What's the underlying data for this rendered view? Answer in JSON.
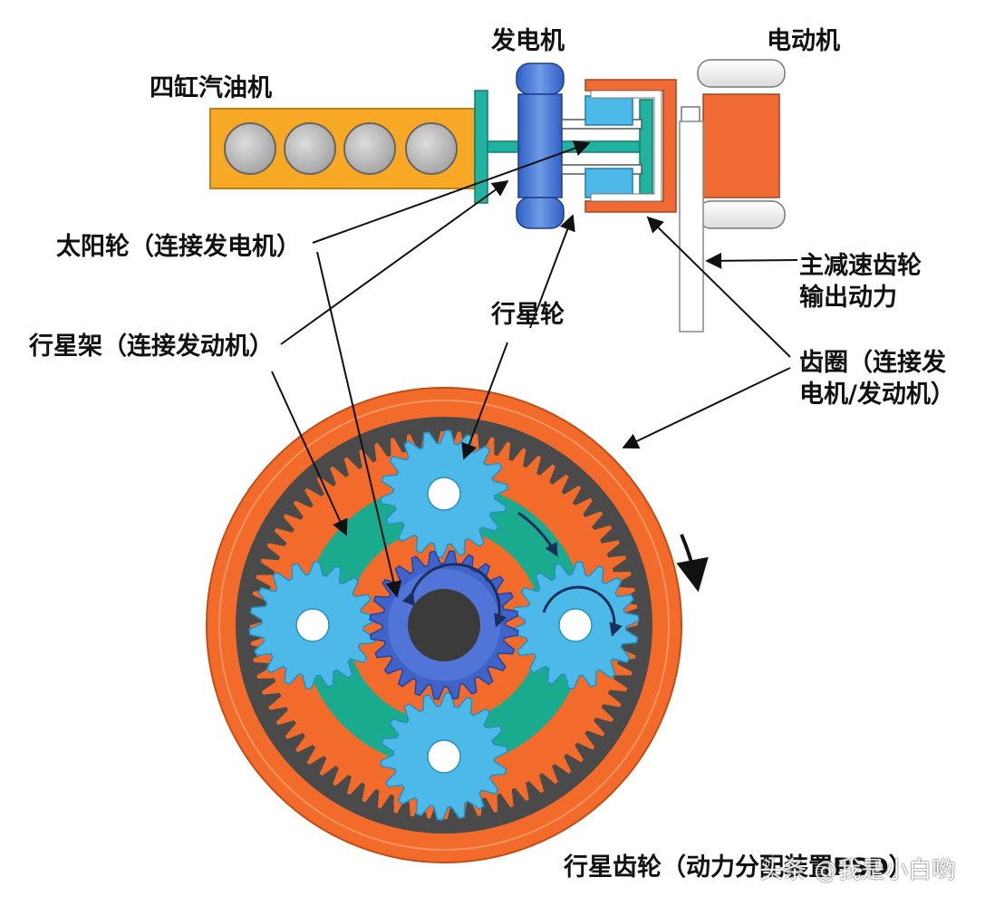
{
  "labels": {
    "engine": "四缸汽油机",
    "generator": "发电机",
    "motor": "电动机",
    "sun_gear": "太阳轮（连接发电机）",
    "planet_carrier": "行星架（连接发动机）",
    "planet_gear": "行星轮",
    "reduction_gear": "主减速齿轮\n输出动力",
    "ring_gear": "齿圈（连接发\n电机/发动机）",
    "caption": "行星齿轮（动力分配装置PSD）"
  },
  "watermark": "头条 @我是小白哟",
  "colors": {
    "ring_orange": "#f26b2a",
    "ring_dark": "#4a4a4a",
    "carrier_green": "#1aaa8e",
    "planet_blue": "#4cb9e8",
    "sun_blue": "#3f63c8",
    "engine_orange": "#f7a824",
    "generator_blue": "#3a6fd0",
    "motor_orange": "#ef6b33",
    "shaft_teal": "#21b3a0"
  },
  "icons": [
    "clockwise-arrow-icon"
  ]
}
